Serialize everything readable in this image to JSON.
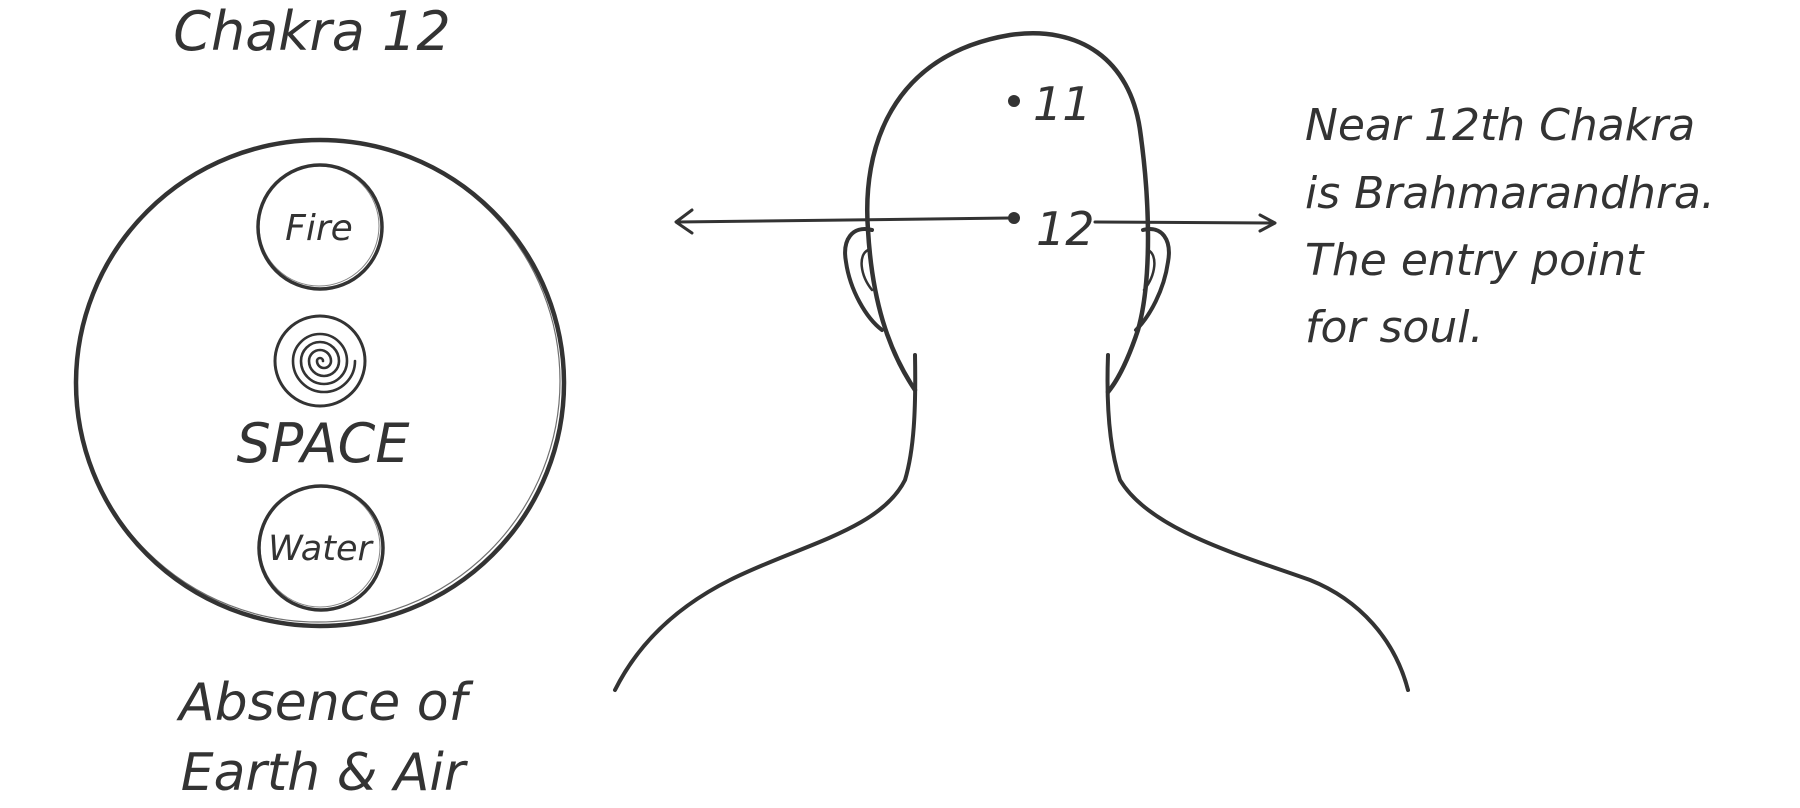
{
  "left_panel": {
    "title": "Chakra 12",
    "elements": {
      "top": "Fire",
      "center": "SPACE",
      "bottom": "Water"
    },
    "caption_line1": "Absence of",
    "caption_line2": "Earth & Air"
  },
  "head_figure": {
    "point_upper_label": "11",
    "point_lower_label": "12"
  },
  "annotation": {
    "line1": "Near 12th Chakra",
    "line2": "is Brahmarandhra.",
    "line3": "The entry point",
    "line4": "for soul."
  },
  "colors": {
    "ink": "#333333",
    "background": "#ffffff"
  }
}
